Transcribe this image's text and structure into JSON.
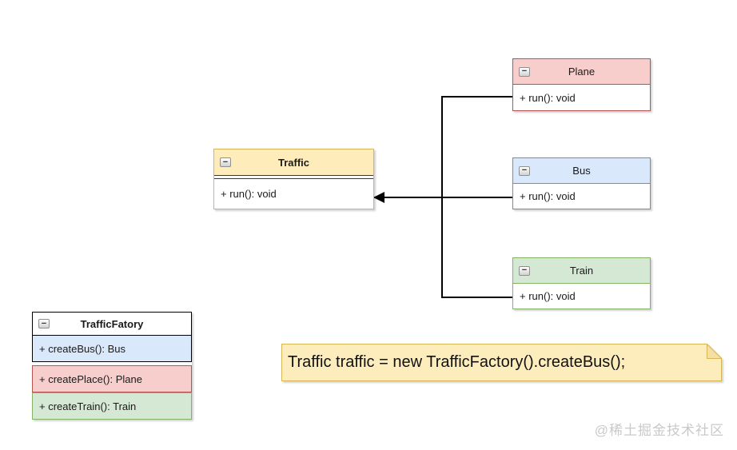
{
  "classes": {
    "traffic": {
      "title": "Traffic",
      "method": "+ run(): void"
    },
    "plane": {
      "title": "Plane",
      "method": "+ run(): void"
    },
    "bus": {
      "title": "Bus",
      "method": "+ run(): void"
    },
    "train": {
      "title": "Train",
      "method": "+ run(): void"
    },
    "factory": {
      "title": "TrafficFatory",
      "method_bus": "+ createBus(): Bus",
      "method_plane": "+ createPlace(): Plane",
      "method_train": "+ createTrain(): Train"
    }
  },
  "note": {
    "text": "Traffic traffic = new TrafficFactory().createBus();"
  },
  "watermark": {
    "text": "@稀土掘金技术社区"
  },
  "icons": {
    "collapse_glyph": "−",
    "arrowhead": "solid-left-arrow"
  },
  "colors": {
    "yellow_fill": "#feedba",
    "yellow_border": "#d6b656",
    "red_fill": "#f8cecc",
    "red_border": "#b85450",
    "blue_fill": "#dae8fc",
    "blue_border": "#6c8ebf",
    "green_fill": "#d5e8d4",
    "green_border": "#82b366",
    "factory_border": "#000000",
    "connector": "#000000",
    "watermark_text": "#c9c9c9"
  }
}
